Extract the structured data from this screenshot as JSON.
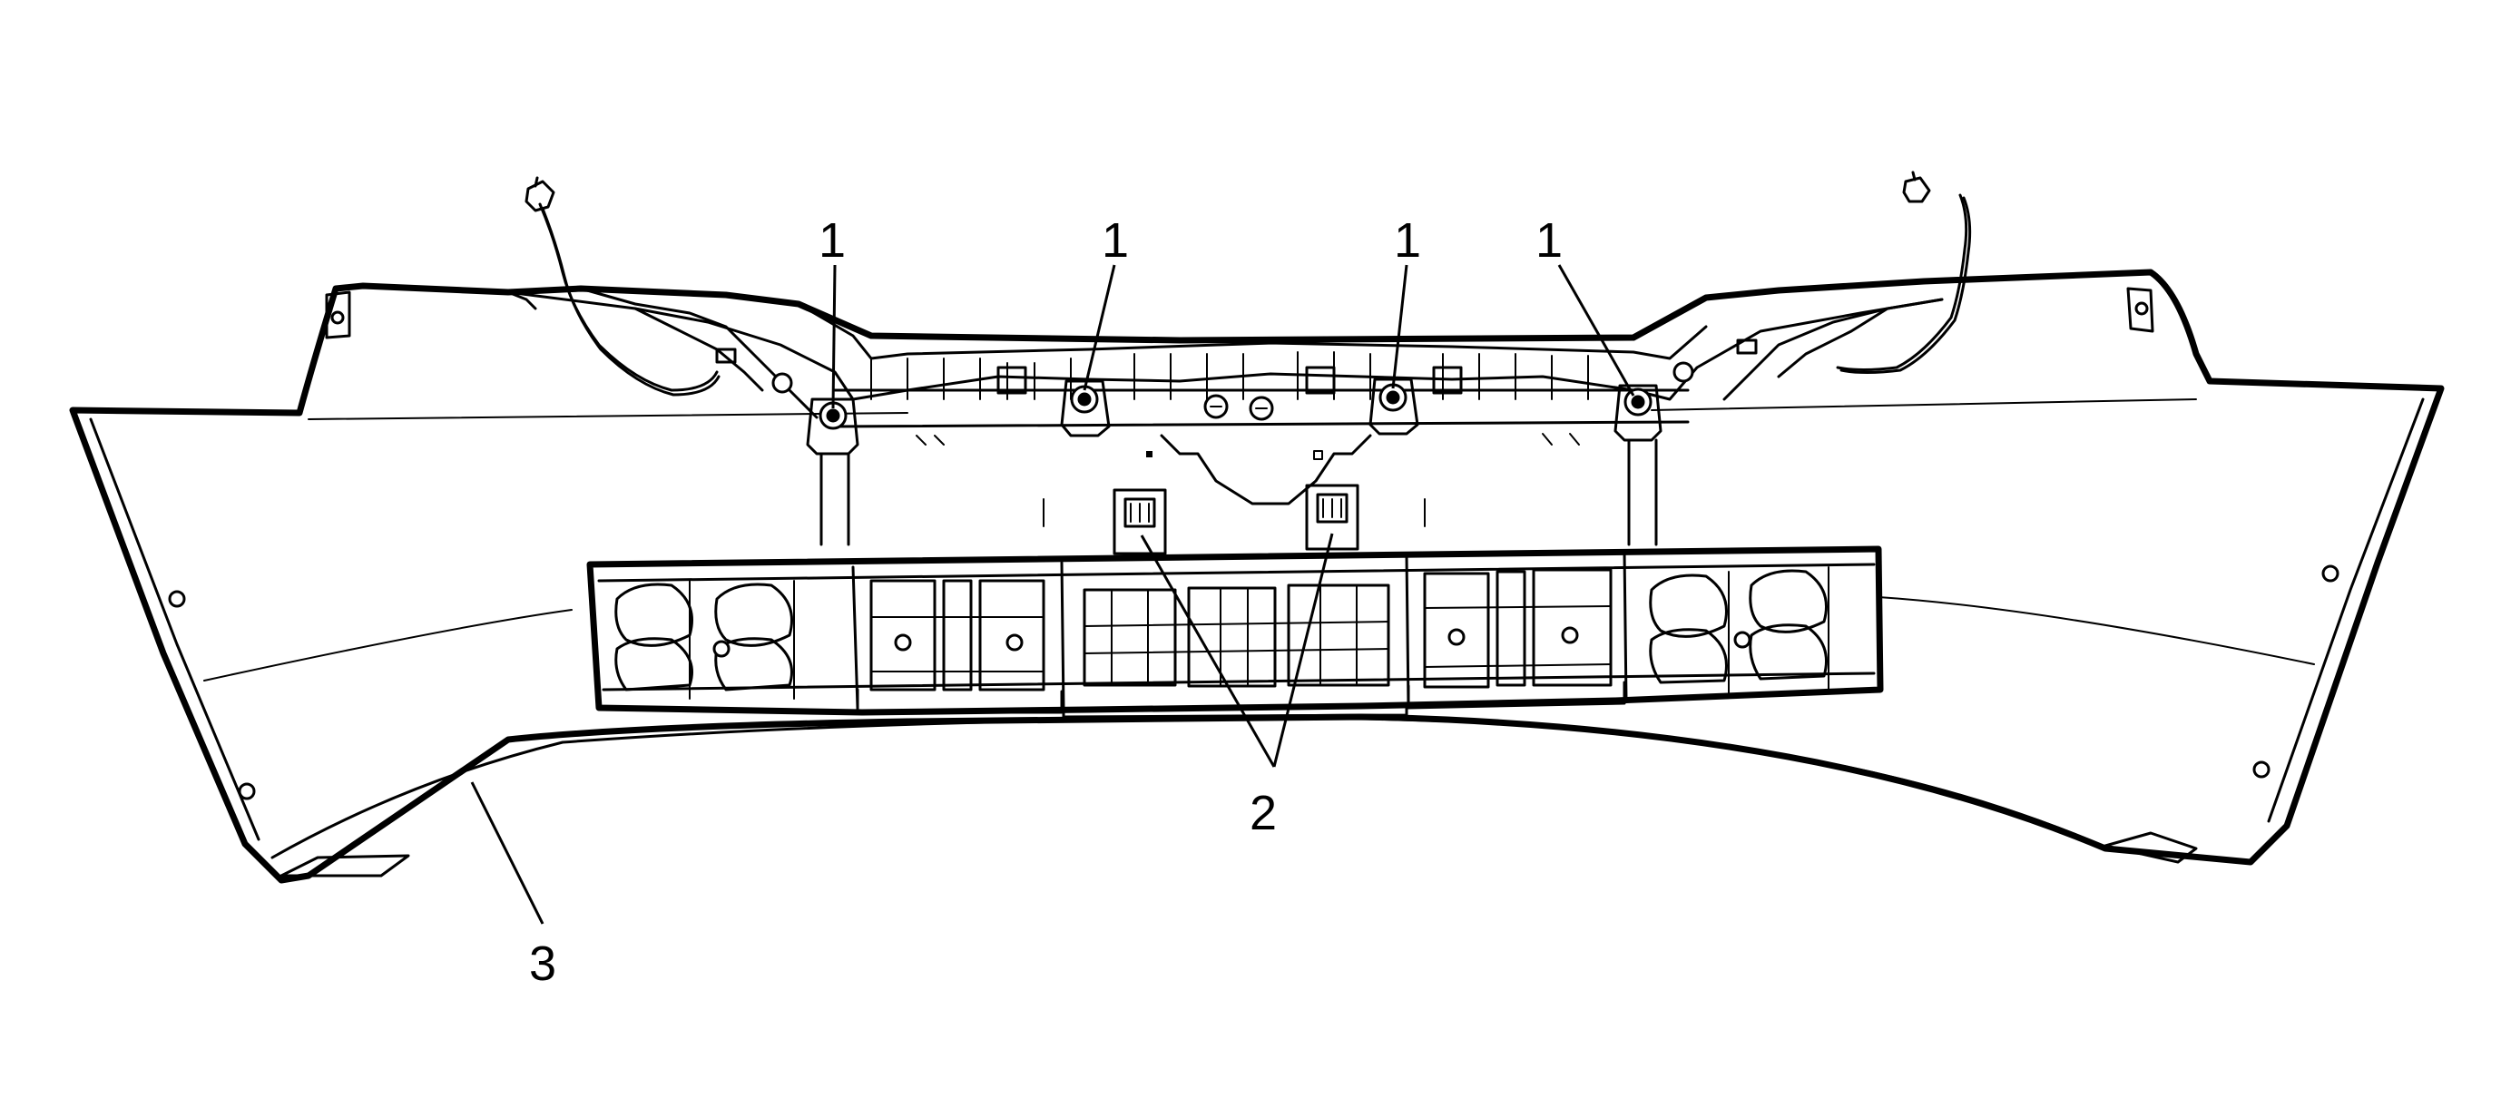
{
  "diagram": {
    "callouts": [
      {
        "id": "c1a",
        "label": "1"
      },
      {
        "id": "c1b",
        "label": "1"
      },
      {
        "id": "c1c",
        "label": "1"
      },
      {
        "id": "c1d",
        "label": "1"
      },
      {
        "id": "c2",
        "label": "2"
      },
      {
        "id": "c3",
        "label": "3"
      }
    ]
  }
}
